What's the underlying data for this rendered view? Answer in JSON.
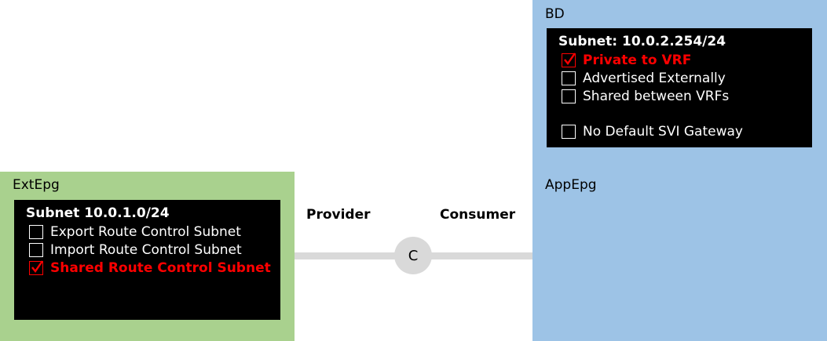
{
  "ext_epg": {
    "label": "ExtEpg",
    "color": "#a9d18e",
    "subnet": {
      "title": "Subnet 10.0.1.0/24",
      "options": [
        {
          "label": "Export Route Control Subnet",
          "checked": false
        },
        {
          "label": "Import Route Control Subnet",
          "checked": false
        },
        {
          "label": "Shared Route Control Subnet",
          "checked": true
        }
      ]
    }
  },
  "bd": {
    "label": "BD",
    "color": "#9dc3e6",
    "subnet": {
      "title": "Subnet: 10.0.2.254/24",
      "options": [
        {
          "label": "Private to VRF",
          "checked": true
        },
        {
          "label": "Advertised Externally",
          "checked": false
        },
        {
          "label": "Shared between VRFs",
          "checked": false
        },
        {
          "label": "No Default SVI Gateway",
          "checked": false
        }
      ]
    }
  },
  "app_epg": {
    "label": "AppEpg"
  },
  "contract": {
    "symbol": "C",
    "provider_label": "Provider",
    "consumer_label": "Consumer",
    "color": "#d9d9d9"
  },
  "colors": {
    "checked_text": "#ff0000",
    "box_background": "#000000"
  }
}
